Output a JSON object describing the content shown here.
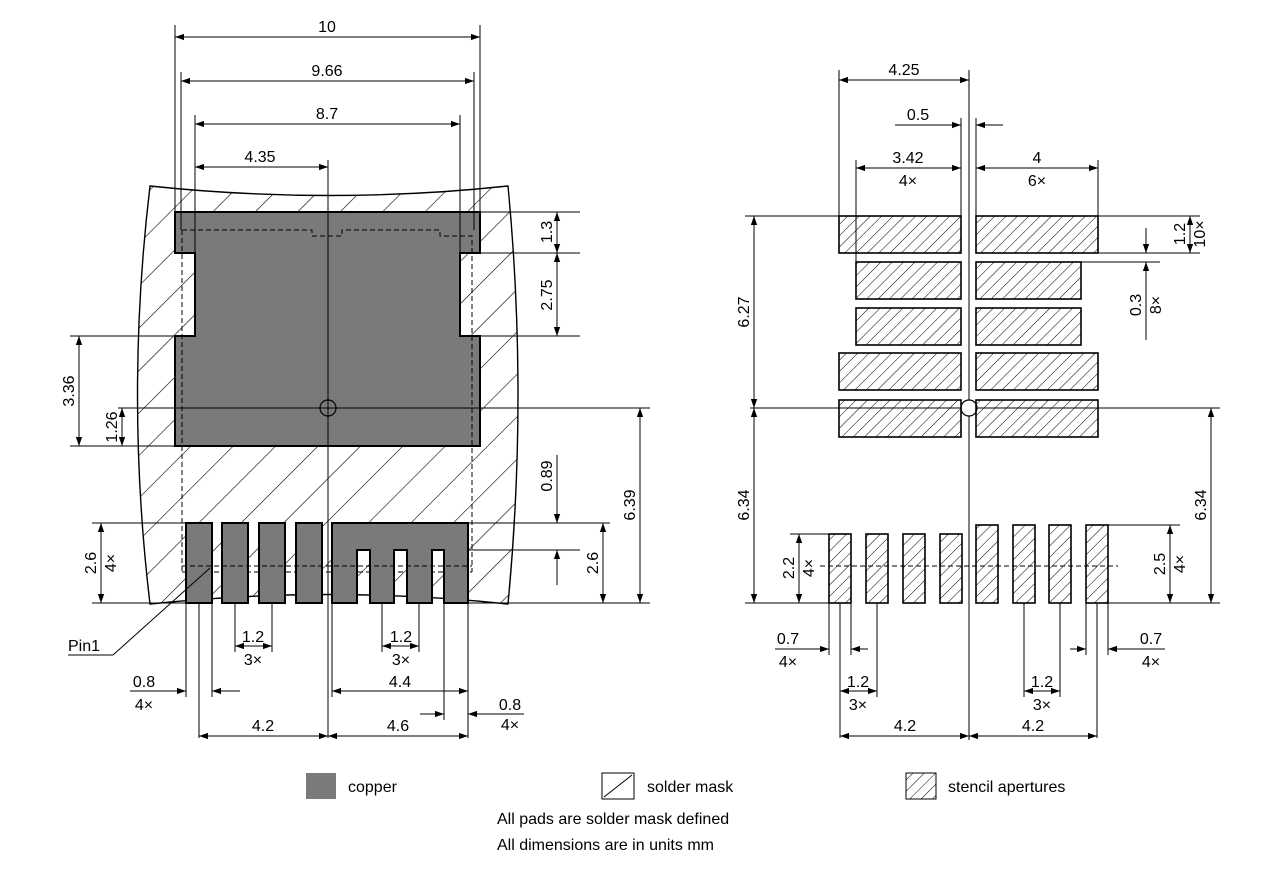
{
  "diagram": {
    "left_dims": {
      "top_10": "10",
      "top_966": "9.66",
      "top_87": "8.7",
      "top_435": "4.35",
      "right_13": "1.3",
      "right_275": "2.75",
      "left_336": "3.36",
      "left_126": "1.26",
      "right_089": "0.89",
      "right_639": "6.39",
      "right_26": "2.6",
      "left_26": "2.6",
      "left_4x": "4×",
      "pin1": "Pin1",
      "pitch_12_a": "1.2",
      "pitch_3x_a": "3×",
      "pitch_12_b": "1.2",
      "pitch_3x_b": "3×",
      "bot_08": "0.8",
      "bot_08_4x": "4×",
      "bot_44": "4.4",
      "bot_08r": "0.8",
      "bot_08r_4x": "4×",
      "bot_42": "4.2",
      "bot_46": "4.6"
    },
    "right_dims": {
      "top_425": "4.25",
      "top_05": "0.5",
      "top_342": "3.42",
      "top_342_4x": "4×",
      "top_4": "4",
      "top_4_6x": "6×",
      "r_12": "1.2",
      "r_10x": "10×",
      "r_03": "0.3",
      "r_8x": "8×",
      "l_627": "6.27",
      "l_634": "6.34",
      "r_634": "6.34",
      "l_22": "2.2",
      "l_22_4x": "4×",
      "r_25": "2.5",
      "r_25_4x": "4×",
      "b_07l": "0.7",
      "b_07l_4x": "4×",
      "b_07r": "0.7",
      "b_07r_4x": "4×",
      "b_12l": "1.2",
      "b_12l_3x": "3×",
      "b_12r": "1.2",
      "b_12r_3x": "3×",
      "b_42l": "4.2",
      "b_42r": "4.2"
    },
    "legend": {
      "copper": "copper",
      "solder_mask": "solder mask",
      "stencil": "stencil apertures"
    },
    "notes": [
      "All pads are solder mask defined",
      "All dimensions are in units mm"
    ]
  }
}
